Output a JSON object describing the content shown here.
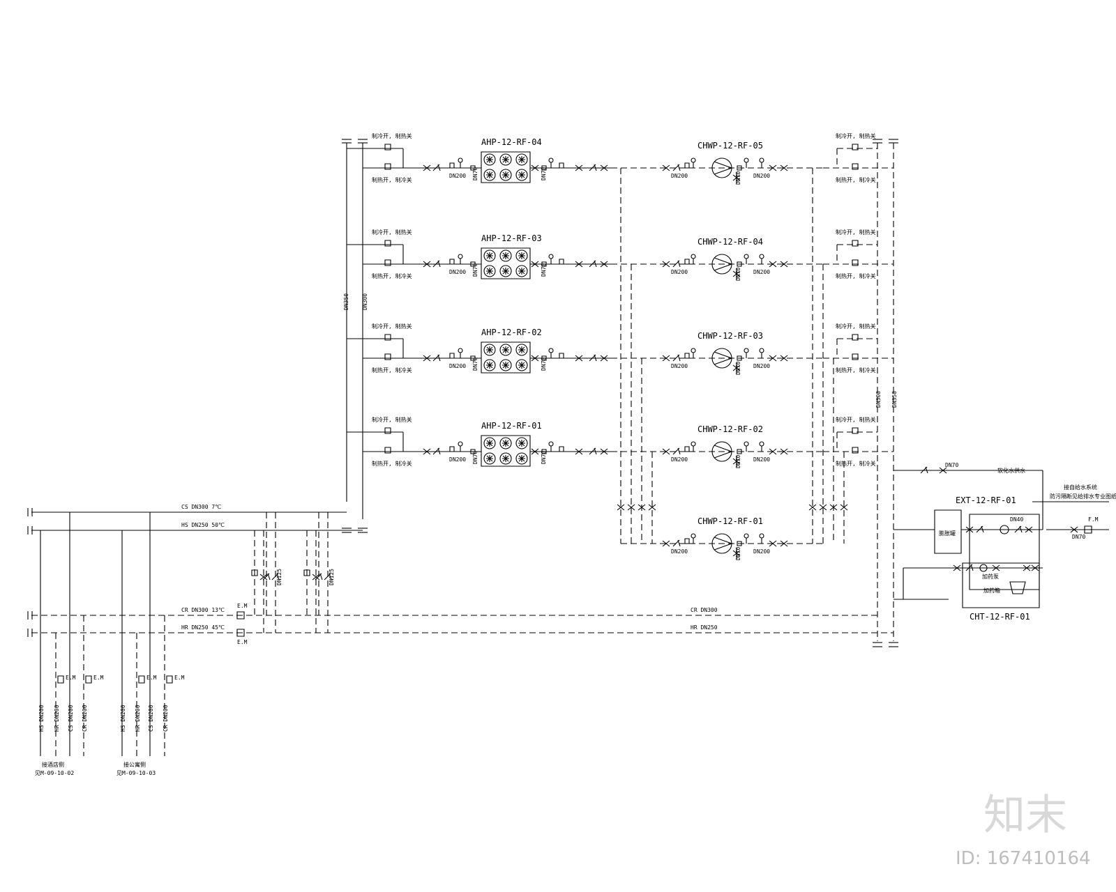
{
  "ahp_units": [
    {
      "id": "AHP-12-RF-04",
      "dn_in": "DN200",
      "dn_mid": "DN70",
      "dn_out": "DN70"
    },
    {
      "id": "AHP-12-RF-03",
      "dn_in": "DN200",
      "dn_mid": "DN70",
      "dn_out": "DN70"
    },
    {
      "id": "AHP-12-RF-02",
      "dn_in": "DN200",
      "dn_mid": "DN70",
      "dn_out": "DN70"
    },
    {
      "id": "AHP-12-RF-01",
      "dn_in": "DN200",
      "dn_mid": "DN70",
      "dn_out": "DN70"
    }
  ],
  "pumps": [
    {
      "id": "CHWP-12-RF-05",
      "dn_in": "DN200",
      "dn_mid": "DN70",
      "dn_out": "DN200"
    },
    {
      "id": "CHWP-12-RF-04",
      "dn_in": "DN200",
      "dn_mid": "DN70",
      "dn_out": "DN200"
    },
    {
      "id": "CHWP-12-RF-03",
      "dn_in": "DN200",
      "dn_mid": "DN70",
      "dn_out": "DN200"
    },
    {
      "id": "CHWP-12-RF-02",
      "dn_in": "DN200",
      "dn_mid": "DN70",
      "dn_out": "DN200"
    },
    {
      "id": "CHWP-12-RF-01",
      "dn_in": "DN200",
      "dn_mid": "DN70",
      "dn_out": "DN200"
    }
  ],
  "valve_notes": {
    "upper": "制冷开, 制热关",
    "lower": "制热开, 制冷关"
  },
  "risers": {
    "left_a": "DN350",
    "left_b": "DN300",
    "right_a": "DN300",
    "right_b": "DN350"
  },
  "mains": {
    "cs": "CS DN300  7℃",
    "hs": "HS DN250  50℃",
    "cr": "CR DN300  13℃",
    "hr": "HR DN250  45℃",
    "cr_right": "CR DN300",
    "hr_right": "HR DN250",
    "em": "E.M"
  },
  "branch_valves": {
    "a": "DN125",
    "b": "DN125"
  },
  "branches": [
    {
      "hs": "HS DN200",
      "hr": "HR DN200",
      "cs": "CS DN200",
      "cr": "CR DN200",
      "name": "接酒店侧",
      "ref": "见M-09-10-02"
    },
    {
      "hs": "HS DN200",
      "hr": "HR DN200",
      "cs": "CS DN200",
      "cr": "CR DN200",
      "name": "接公寓侧",
      "ref": "见M-09-10-03"
    }
  ],
  "expansion": {
    "id": "EXT-12-RF-01",
    "tank": "膨胀罐",
    "dn_pump": "DN40",
    "fill_line": "DN70",
    "fill_note": "软化水供水",
    "supply_note_1": "接自给水系统",
    "supply_note_2": "防污隔断见给排水专业图纸",
    "fm": "F.M",
    "dn_fm": "DN70"
  },
  "chemical": {
    "id": "CHT-12-RF-01",
    "pump": "加药泵",
    "tank": "加药箱"
  },
  "watermark": {
    "brand": "知末",
    "id": "ID: 167410164"
  }
}
